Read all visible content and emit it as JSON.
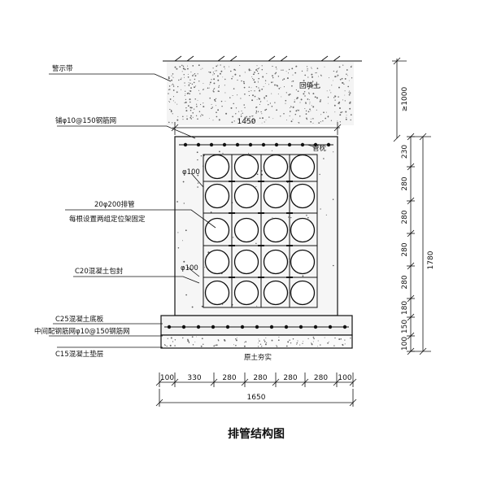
{
  "diagram": {
    "title": "排管结构图",
    "callouts": {
      "warning_tape": "警示带",
      "backfill": "回填土",
      "top_mesh": "铺φ10@150钢筋网",
      "pipe_pillow": "管枕",
      "pipe_dia_1": "φ100",
      "pipe_spec": "20φ200排管",
      "support_note": "每根设置两组定位架固定",
      "pipe_dia_2": "φ100",
      "encasement": "C20混凝土包封",
      "base_slab": "C25混凝土底板",
      "middle_mesh": "中间配钢筋网φ10@150钢筋网",
      "cushion": "C15混凝土垫层",
      "original_soil": "原土夯实"
    },
    "dimensions": {
      "top_width": "1450",
      "total_width": "1650",
      "cover_depth": "≥1000",
      "total_height": "1780",
      "bottom_segments": [
        "100",
        "330",
        "280",
        "280",
        "280",
        "280",
        "100"
      ],
      "right_segments": [
        "230",
        "280",
        "280",
        "280",
        "280",
        "180",
        "150",
        "100"
      ]
    }
  }
}
